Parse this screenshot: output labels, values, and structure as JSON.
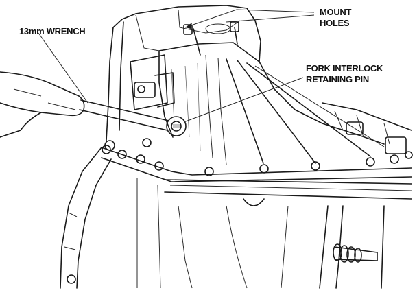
{
  "labels": {
    "wrench": "13mm WRENCH",
    "mount_holes_line1": "MOUNT",
    "mount_holes_line2": "HOLES",
    "fork_pin_line1": "FORK INTERLOCK",
    "fork_pin_line2": "RETAINING PIN"
  },
  "colors": {
    "ink": "#1a1a1a",
    "paper": "#ffffff"
  }
}
